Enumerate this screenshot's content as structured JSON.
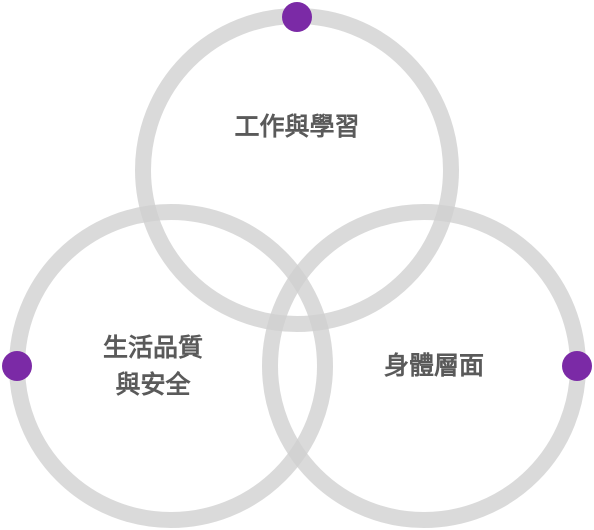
{
  "colors": {
    "ring": "#d0d0d0",
    "ring_opacity": 0.78,
    "dot": "#7b2aa6",
    "label": "#5a5a5a"
  },
  "circles": [
    {
      "name": "circle-work-learning",
      "label_lines": [
        "工作與學習"
      ]
    },
    {
      "name": "circle-quality-safety",
      "label_lines": [
        "生活品質",
        "與安全"
      ]
    },
    {
      "name": "circle-physical",
      "label_lines": [
        "身體層面"
      ]
    }
  ]
}
